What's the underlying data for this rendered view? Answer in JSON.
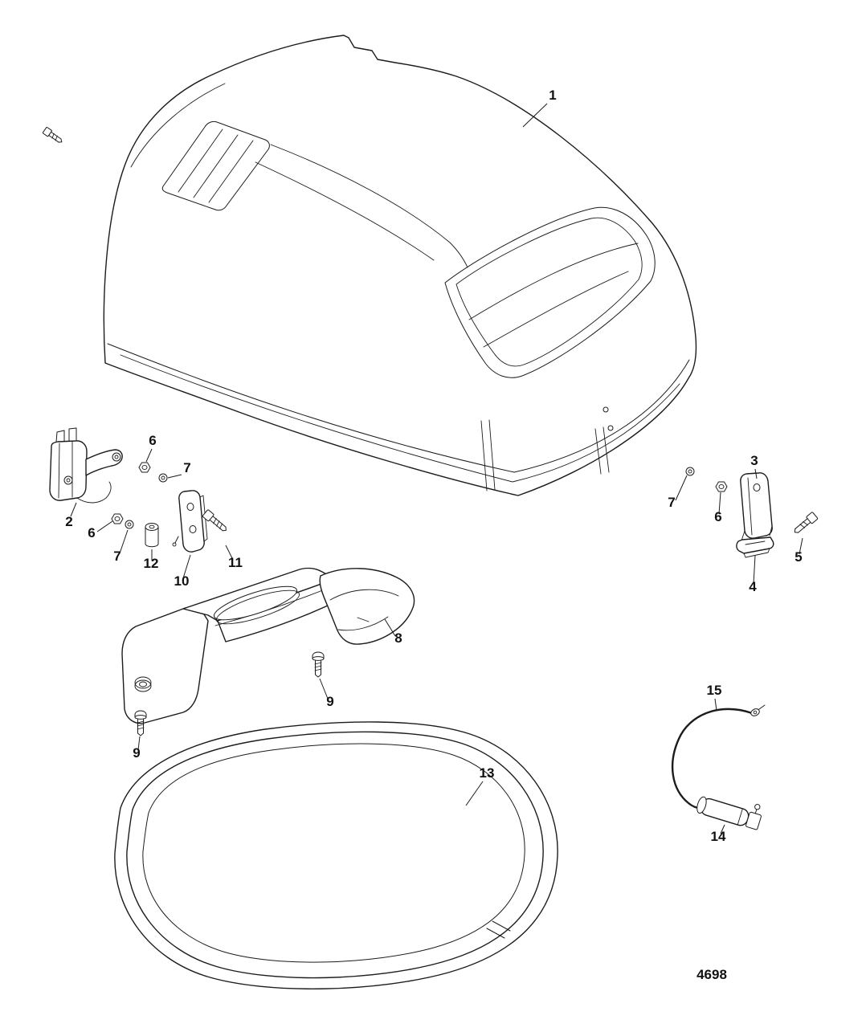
{
  "diagram": {
    "drawing_number": "4698",
    "callouts": [
      {
        "label": "1"
      },
      {
        "label": "2"
      },
      {
        "label": "6"
      },
      {
        "label": "7"
      },
      {
        "label": "6"
      },
      {
        "label": "7"
      },
      {
        "label": "12"
      },
      {
        "label": "10"
      },
      {
        "label": "11"
      },
      {
        "label": "3"
      },
      {
        "label": "7"
      },
      {
        "label": "6"
      },
      {
        "label": "5"
      },
      {
        "label": "4"
      },
      {
        "label": "8"
      },
      {
        "label": "9"
      },
      {
        "label": "9"
      },
      {
        "label": "13"
      },
      {
        "label": "15"
      },
      {
        "label": "14"
      }
    ]
  }
}
